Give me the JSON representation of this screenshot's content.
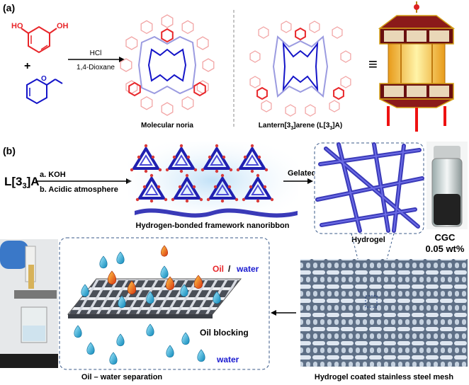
{
  "panel_a": {
    "label": "(a)",
    "reagent_top": "HCl",
    "reagent_bottom": "1,4-Dioxane",
    "plus": "+",
    "molecule1_caption": "Molecular noria",
    "molecule2_caption": "Lantern[3",
    "molecule2_sub1": "3",
    "molecule2_mid": "]arene (L[3",
    "molecule2_sub2": "3",
    "molecule2_end": "]A)",
    "equiv": "≡"
  },
  "panel_b": {
    "label": "(b)",
    "start_main": "L[3",
    "start_sub": "3",
    "start_end": "]A",
    "step_a": "a. KOH",
    "step_b": "b. Acidic atmosphere",
    "framework_caption": "Hydrogen-bonded framework nanoribbon",
    "gelated": "Gelated",
    "hydrogel_caption": "Hydrogel",
    "cgc_line1": "CGC",
    "cgc_line2": "0.05 wt%",
    "oil_label": "Oil",
    "slash": " / ",
    "water_label": "water",
    "oil_blocking": "Oil blocking",
    "water_bottom": "water",
    "separation_caption": "Oil – water separation",
    "mesh_caption": "Hydrogel coated stainless steel mesh"
  },
  "colors": {
    "red": "#e8262a",
    "blue": "#1414c8",
    "pink": "#f2a5a5",
    "lavender": "#9b9be0",
    "water_word": "#1a1ad0"
  }
}
